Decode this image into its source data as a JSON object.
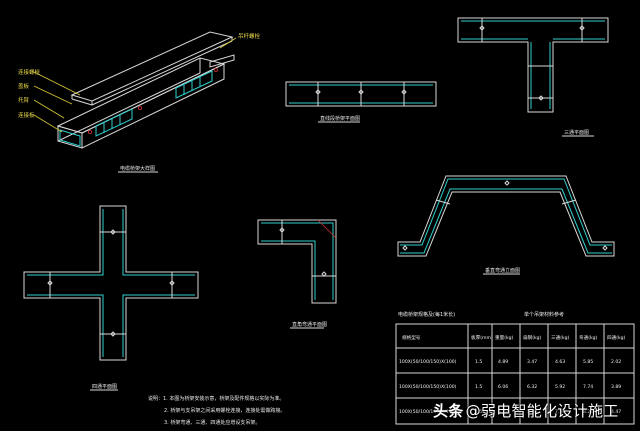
{
  "views": {
    "iso": {
      "title": "电缆桥架大样图",
      "callouts": [
        "连接螺栓",
        "盖板",
        "托臂",
        "连接板",
        "吊杆螺栓"
      ]
    },
    "straight": {
      "title": "直线段桥架平面图"
    },
    "tee": {
      "title": "三通平面图"
    },
    "bend_stepped": {
      "title": "垂直弯通立面图"
    },
    "elbow": {
      "title": "直角弯通平面图"
    },
    "cross": {
      "title": "四通平面图"
    }
  },
  "table": {
    "title_left": "电缆桥架规格及(每1米长)",
    "title_right": "单个吊架材料参考",
    "headers": [
      "规格型号",
      "板厚(mm)",
      "重量(kg)",
      "扁钢(kg)",
      "三通(kg)",
      "弯通(kg)",
      "四通(kg)"
    ],
    "rows": [
      [
        "100X(50/100/150)X(100)",
        "1.5",
        "4.89",
        "3.47",
        "4.63",
        "5.85",
        "2.02"
      ],
      [
        "100X(50/100/150)X(100)",
        "1.5",
        "6.06",
        "6.32",
        "5.92",
        "7.74",
        "3.89"
      ],
      [
        "100X(50/100/150)X(100)",
        "1.5",
        "6.28",
        "5.98",
        "7.20",
        "8.23",
        "4.47"
      ]
    ]
  },
  "notes": {
    "lines": [
      "说明：1. 本图为桥架安装示意，桥架及配件规格以实际为准。",
      "2. 桥架与支吊架之间采用螺栓连接，连接处需做跨接。",
      "3. 桥架弯通、三通、四通处应增设支吊架。"
    ]
  },
  "watermark": {
    "brand": "头条",
    "handle": "@弱电智能化设计施工"
  },
  "colors": {
    "background": "#000000",
    "line_white": "#d8d8d8",
    "line_cyan": "#2fd0d0",
    "label_yellow": "#e8d84a"
  }
}
